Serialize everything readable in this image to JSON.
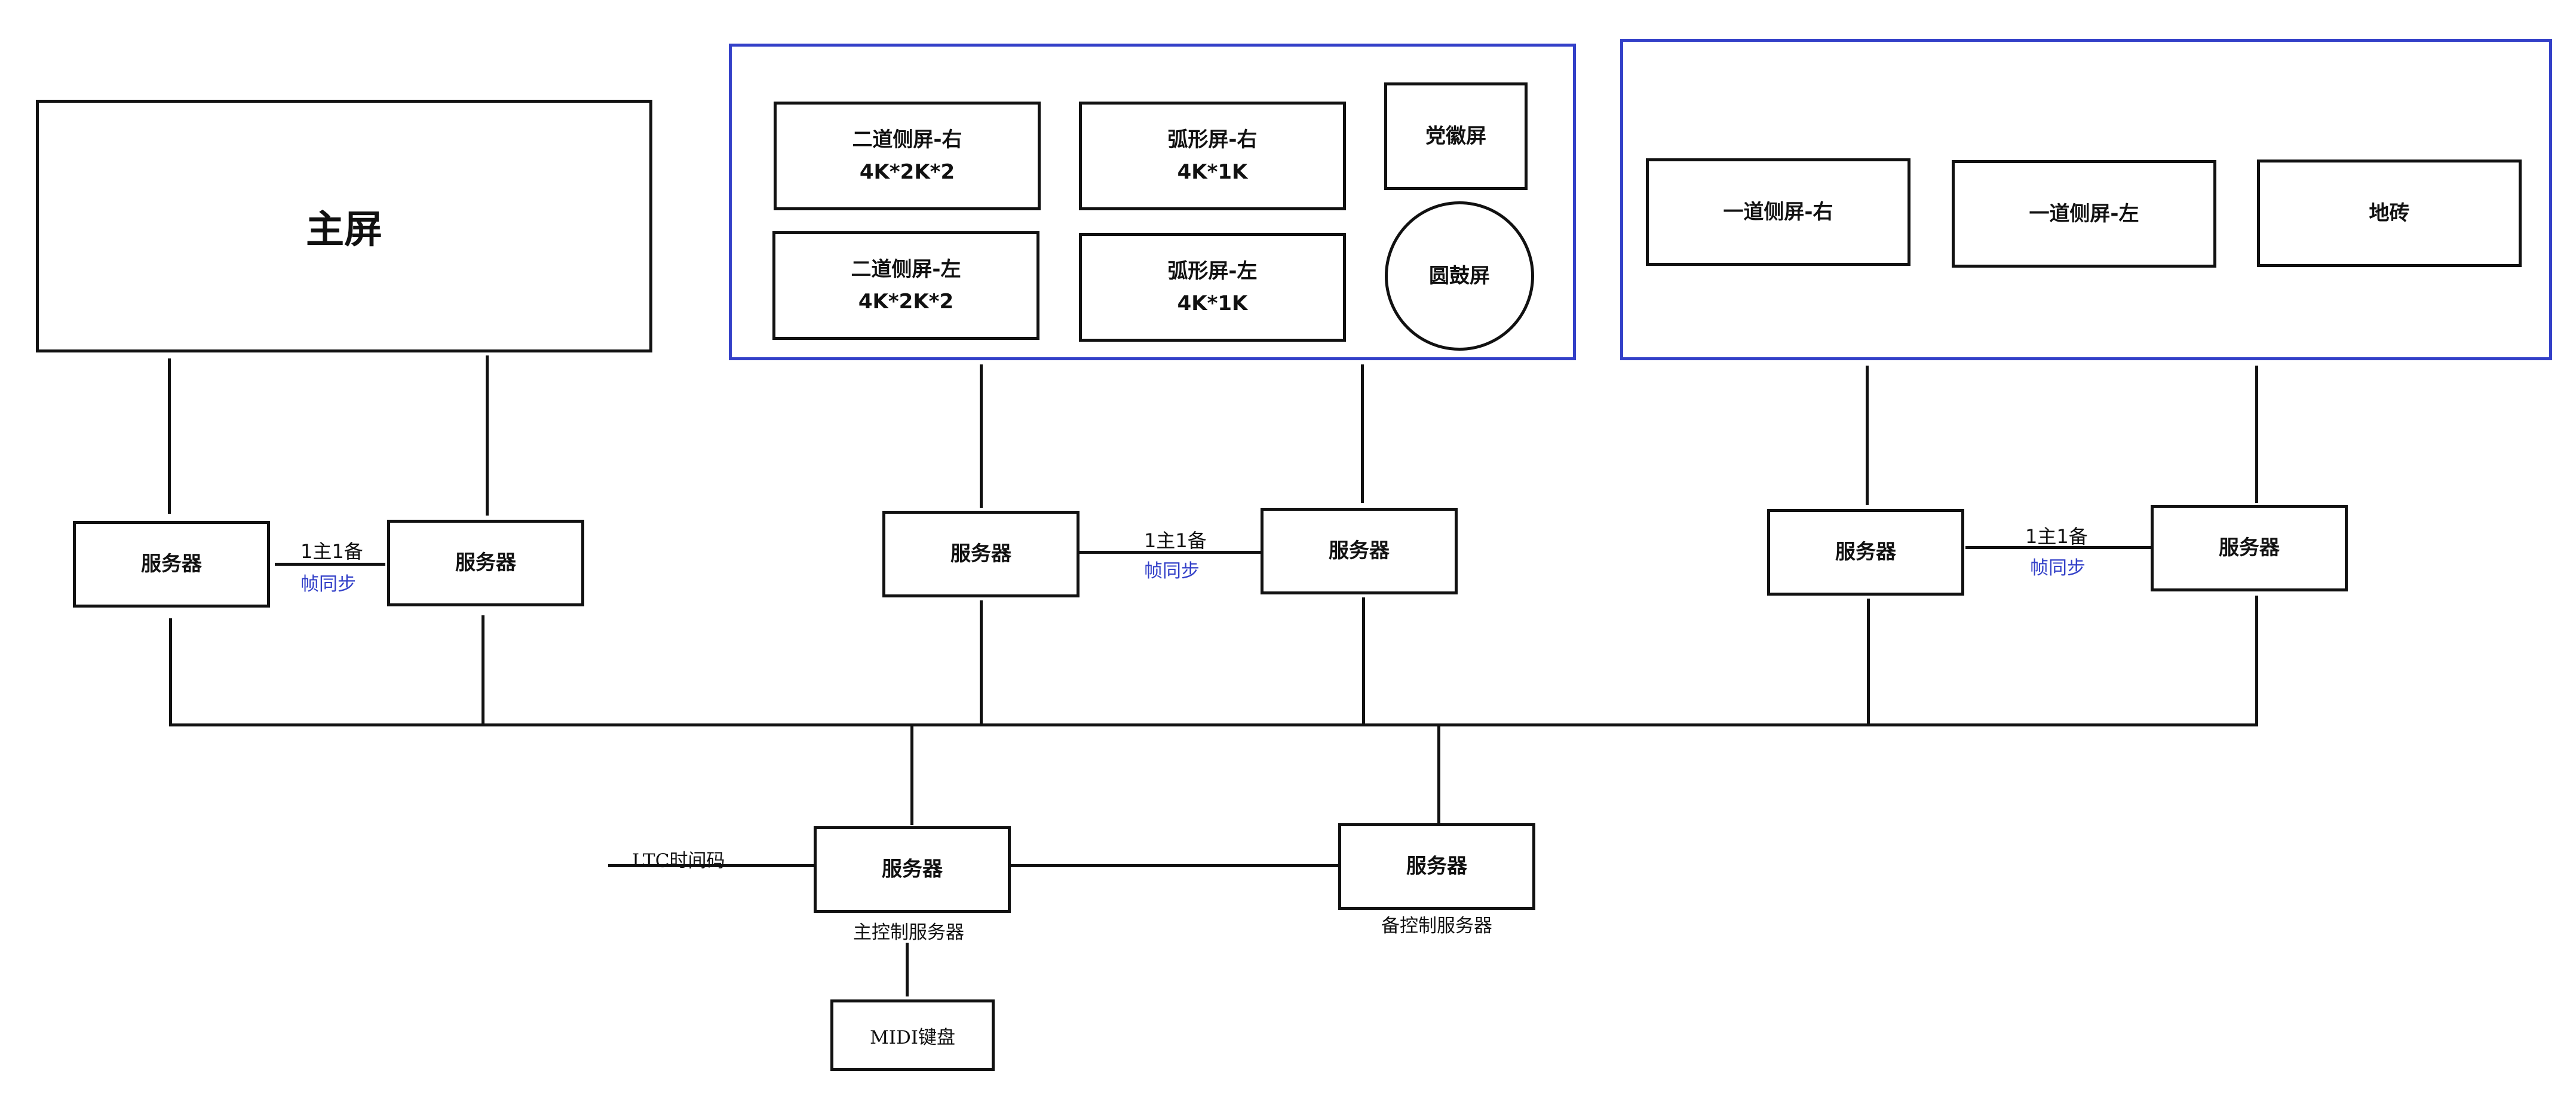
{
  "screens": {
    "main": "主屏",
    "second_side_right": {
      "name": "二道侧屏-右",
      "res": "4K*2K*2"
    },
    "second_side_left": {
      "name": "二道侧屏-左",
      "res": "4K*2K*2"
    },
    "arc_right": {
      "name": "弧形屏-右",
      "res": "4K*1K"
    },
    "arc_left": {
      "name": "弧形屏-左",
      "res": "4K*1K"
    },
    "emblem": "党徽屏",
    "drum": "圆鼓屏",
    "first_side_right": "一道侧屏-右",
    "first_side_left": "一道侧屏-左",
    "floor": "地砖"
  },
  "server_label": "服务器",
  "sync": {
    "mode": "1主1备",
    "frame": "帧同步"
  },
  "control": {
    "main_label": "主控制服务器",
    "backup_label": "备控制服务器",
    "ltc": "LTC时间码",
    "midi": "MIDI键盘"
  },
  "colors": {
    "line": "#111111",
    "group_border": "#3340c8",
    "sync_text": "#3340c8"
  }
}
